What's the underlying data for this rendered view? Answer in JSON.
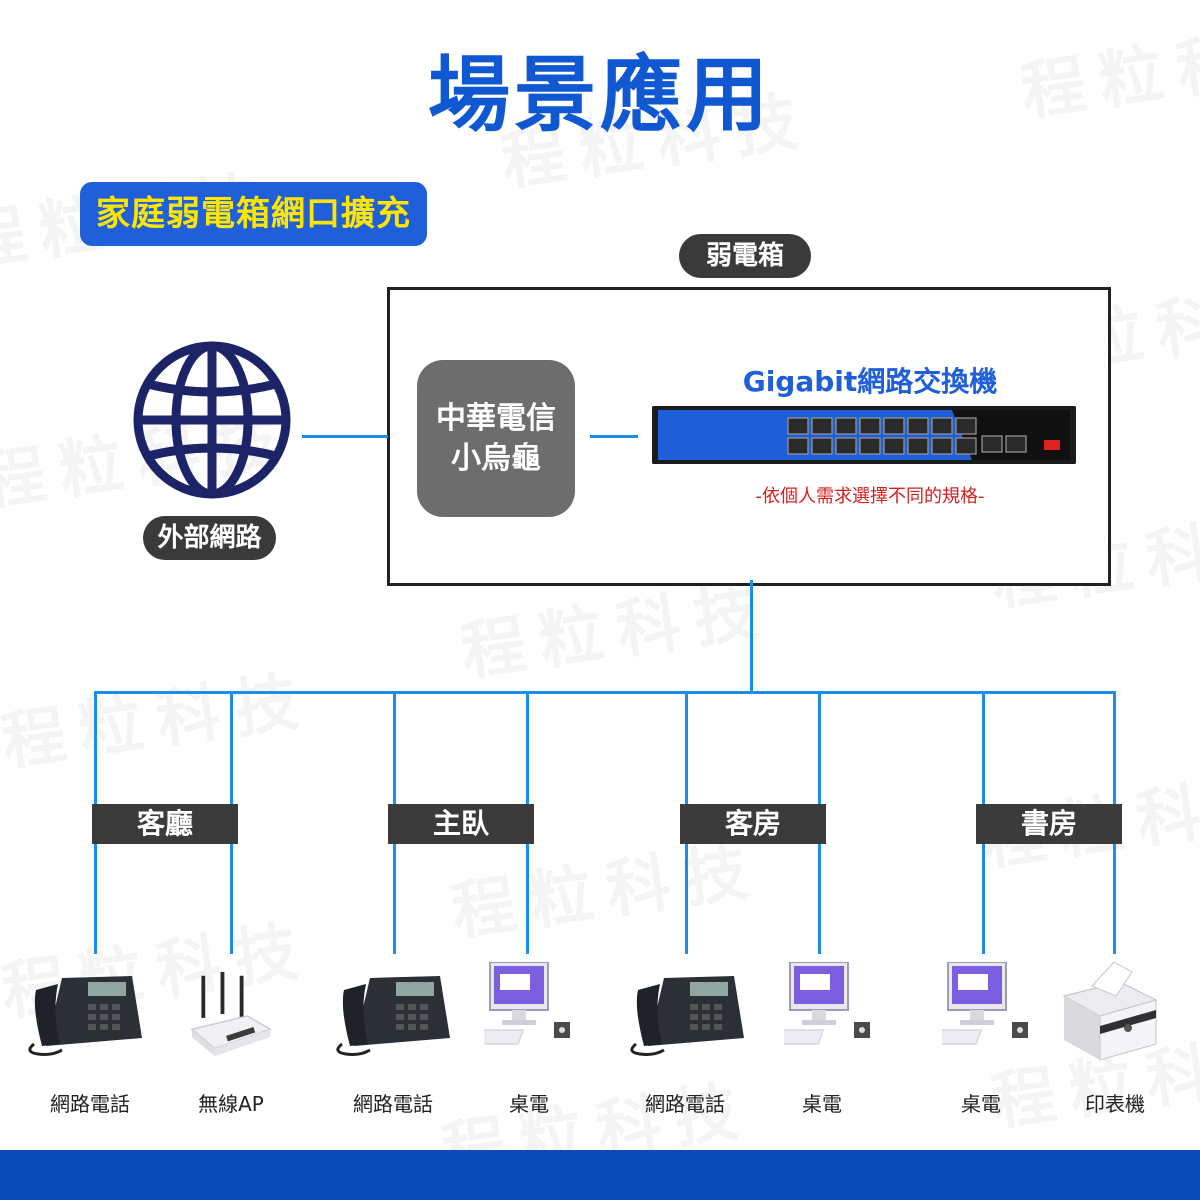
{
  "title": "場景應用",
  "scenario": "家庭弱電箱網口擴充",
  "external": {
    "label": "外部網路"
  },
  "cabinet": {
    "label": "弱電箱"
  },
  "isp": {
    "line1": "中華電信",
    "line2": "小烏龜"
  },
  "switch": {
    "label": "Gigabit網路交換機",
    "note": "-依個人需求選擇不同的規格-"
  },
  "watermark": "程粒科技",
  "colors": {
    "title": "#1057d2",
    "accent": "#1f5fd8",
    "line": "#1a8fe3",
    "highlight": "#ffe600",
    "note": "#d62020"
  },
  "rooms": [
    {
      "name": "客廳",
      "devices": [
        {
          "label": "網路電話",
          "icon": "ip-phone-icon"
        },
        {
          "label": "無線AP",
          "icon": "wifi-router-icon"
        }
      ]
    },
    {
      "name": "主臥",
      "devices": [
        {
          "label": "網路電話",
          "icon": "ip-phone-icon"
        },
        {
          "label": "桌電",
          "icon": "desktop-pc-icon"
        }
      ]
    },
    {
      "name": "客房",
      "devices": [
        {
          "label": "網路電話",
          "icon": "ip-phone-icon"
        },
        {
          "label": "桌電",
          "icon": "desktop-pc-icon"
        }
      ]
    },
    {
      "name": "書房",
      "devices": [
        {
          "label": "桌電",
          "icon": "desktop-pc-icon"
        },
        {
          "label": "印表機",
          "icon": "printer-icon"
        }
      ]
    }
  ]
}
